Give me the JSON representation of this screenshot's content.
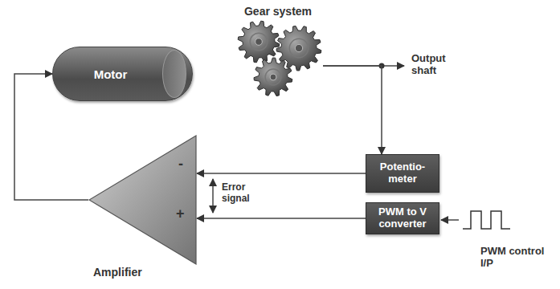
{
  "diagram": {
    "nodes": [
      {
        "text": [
          "Motor"
        ]
      },
      {
        "text": [
          "Gear system"
        ]
      },
      {
        "text": [
          "Potentio- meter"
        ]
      },
      {
        "text": [
          "Amplifier"
        ]
      },
      {
        "text": [
          "PWM to V converter"
        ]
      }
    ],
    "edges": [
      {
        "from": 1,
        "to": 2,
        "arrow": "to"
      },
      {
        "from": 2,
        "to": 3,
        "arrow": "to"
      },
      {
        "from": 4,
        "to": 3,
        "arrow": "to"
      },
      {
        "from": 3,
        "to": 0,
        "arrow": "to"
      }
    ],
    "labels": [
      "Output shaft",
      "-",
      "Error signal",
      "+",
      "PWM control I/P"
    ]
  }
}
